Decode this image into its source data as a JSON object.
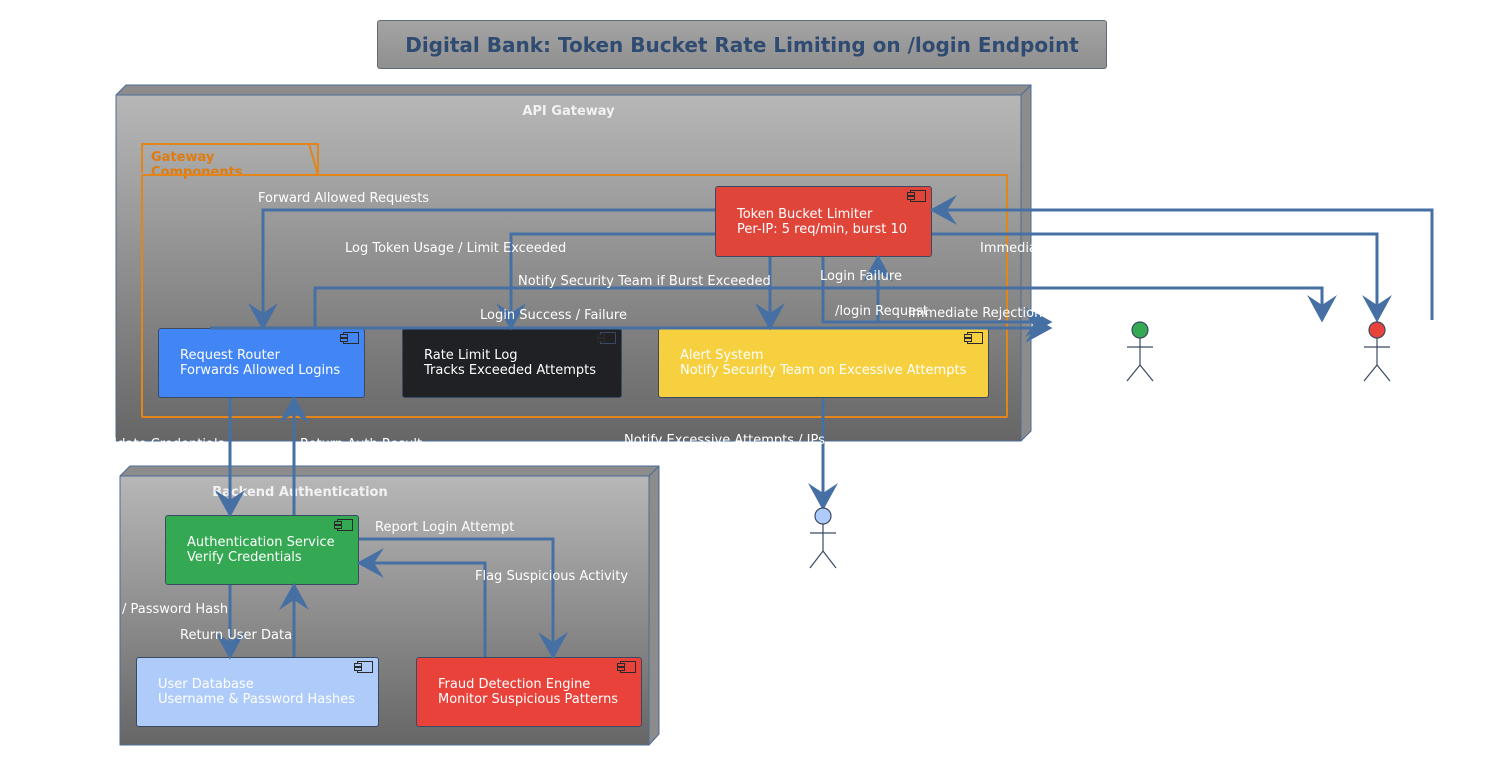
{
  "title": "Digital Bank: Token Bucket Rate Limiting on /login Endpoint",
  "colors": {
    "edge": "#4670a3",
    "limiter": "#e0453a",
    "router": "#4285f4",
    "log": "#1f2125",
    "alert": "#f7d03f",
    "auth": "#35a853",
    "userdb": "#aecbfa",
    "fraud": "#e8423b",
    "package": "#e2851b"
  },
  "nodes": {
    "gateway": {
      "title": "API Gateway"
    },
    "backend": {
      "title": "Backend Authentication"
    }
  },
  "package": {
    "title": "Gateway Components"
  },
  "components": {
    "limiter": {
      "line1": "Token Bucket Limiter",
      "line2": "Per-IP: 5 req/min, burst 10",
      "icon": "component-icon"
    },
    "router": {
      "line1": "Request Router",
      "line2": "Forwards Allowed Logins",
      "icon": "component-icon"
    },
    "log": {
      "line1": "Rate Limit Log",
      "line2": "Tracks Exceeded Attempts",
      "icon": "component-icon"
    },
    "alert": {
      "line1": "Alert System",
      "line2": "Notify Security Team on Excessive Attempts",
      "icon": "component-icon"
    },
    "auth": {
      "line1": "Authentication Service",
      "line2": "Verify Credentials",
      "icon": "component-icon"
    },
    "userdb": {
      "line1": "User Database",
      "line2": "Username & Password Hashes",
      "icon": "component-icon"
    },
    "fraud": {
      "line1": "Fraud Detection Engine",
      "line2": "Monitor Suspicious Patterns",
      "icon": "component-icon"
    }
  },
  "actors": [
    {
      "name": "green-actor",
      "color": "#35a853"
    },
    {
      "name": "red-actor",
      "color": "#e8423b"
    },
    {
      "name": "blue-actor",
      "color": "#aecbfa"
    }
  ],
  "edge_labels": {
    "forward_allowed": "Forward Allowed Requests",
    "log_usage": "Log Token Usage / Limit Exceeded",
    "notify_burst": "Notify Security Team if Burst Exceeded",
    "login_failure": "Login Failure",
    "immediate_1": "Immedia",
    "login_success_failure": "Login Success / Failure",
    "login_request": "/login Request",
    "immediate_rejection": "Immediate Rejection",
    "notify_excessive": "Notify Excessive Attempts / IPs",
    "validate_credentials": "lidate Credentials",
    "return_auth_result": "Return Auth Result",
    "report_login": "Report Login Attempt",
    "flag_suspicious": "Flag Suspicious Activity",
    "password_hash": "/ Password Hash",
    "return_user_data": "Return User Data"
  }
}
